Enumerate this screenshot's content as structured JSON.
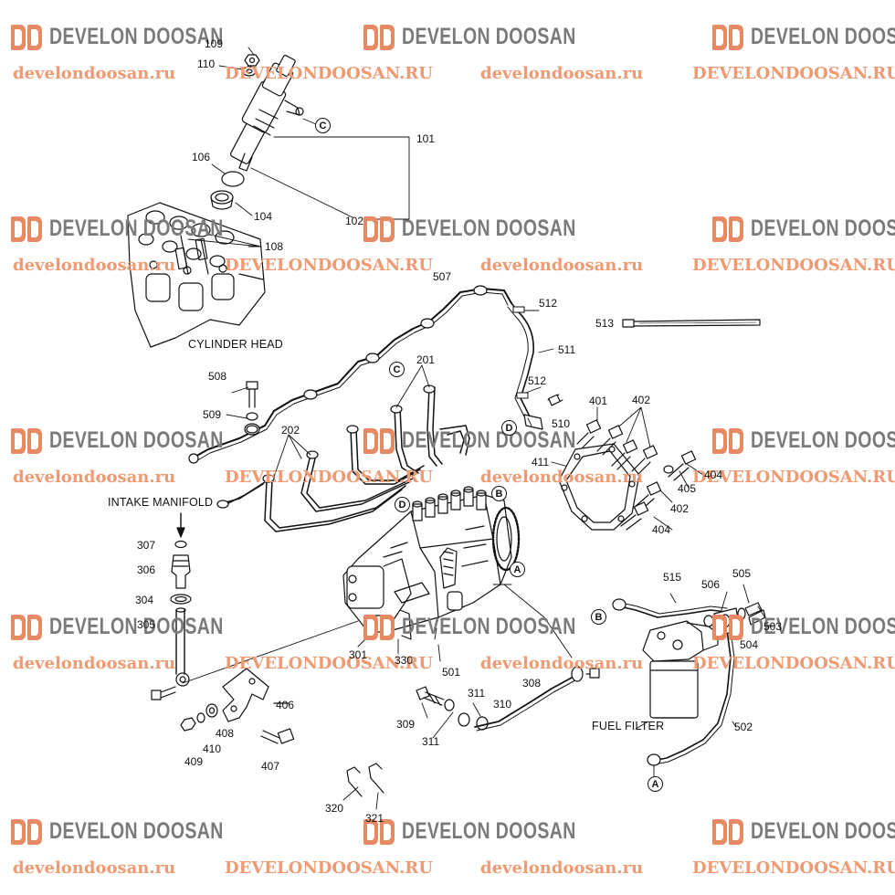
{
  "watermark": {
    "brand": "DEVELON DOOSAN",
    "url_lower": "develondoosan.ru",
    "url_upper": "DEVELONDOOSAN.RU"
  },
  "captions": {
    "cylinder_head": "CYLINDER HEAD",
    "intake_manifold": "INTAKE MANIFOLD",
    "fuel_filter": "FUEL FILTER"
  },
  "connectors": {
    "a": "A",
    "b": "B",
    "c": "C",
    "d": "D"
  },
  "parts": {
    "p101": "101",
    "p102": "102",
    "p104": "104",
    "p106": "106",
    "p108": "108",
    "p109": "109",
    "p110": "110",
    "p201": "201",
    "p202": "202",
    "p301": "301",
    "p304": "304",
    "p305": "305",
    "p306": "306",
    "p307": "307",
    "p308": "308",
    "p309": "309",
    "p310": "310",
    "p311": "311",
    "p320": "320",
    "p321": "321",
    "p330": "330",
    "p401": "401",
    "p402": "402",
    "p404": "404",
    "p405": "405",
    "p406": "406",
    "p407": "407",
    "p408": "408",
    "p409": "409",
    "p410": "410",
    "p411": "411",
    "p501": "501",
    "p502": "502",
    "p503": "503",
    "p504": "504",
    "p505": "505",
    "p506": "506",
    "p507": "507",
    "p508": "508",
    "p509": "509",
    "p510": "510",
    "p511": "511",
    "p512": "512",
    "p513": "513",
    "p515": "515"
  }
}
